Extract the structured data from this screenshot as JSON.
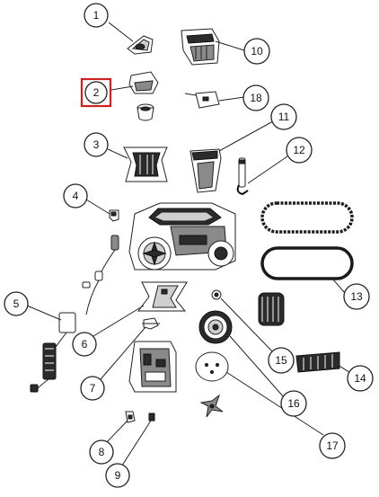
{
  "callouts": [
    {
      "id": "1",
      "label": "1",
      "highlighted": false
    },
    {
      "id": "2",
      "label": "2",
      "highlighted": true
    },
    {
      "id": "3",
      "label": "3",
      "highlighted": false
    },
    {
      "id": "4",
      "label": "4",
      "highlighted": false
    },
    {
      "id": "5",
      "label": "5",
      "highlighted": false
    },
    {
      "id": "6",
      "label": "6",
      "highlighted": false
    },
    {
      "id": "7",
      "label": "7",
      "highlighted": false
    },
    {
      "id": "8",
      "label": "8",
      "highlighted": false
    },
    {
      "id": "9",
      "label": "9",
      "highlighted": false
    },
    {
      "id": "10",
      "label": "10",
      "highlighted": false
    },
    {
      "id": "11",
      "label": "11",
      "highlighted": false
    },
    {
      "id": "12",
      "label": "12",
      "highlighted": false
    },
    {
      "id": "13",
      "label": "13",
      "highlighted": false
    },
    {
      "id": "14",
      "label": "14",
      "highlighted": false
    },
    {
      "id": "15",
      "label": "15",
      "highlighted": false
    },
    {
      "id": "16",
      "label": "16",
      "highlighted": false
    },
    {
      "id": "17",
      "label": "17",
      "highlighted": false
    },
    {
      "id": "18",
      "label": "18",
      "highlighted": false
    }
  ],
  "colors": {
    "highlight": "#cc2222",
    "line": "#222222",
    "background": "#ffffff"
  }
}
